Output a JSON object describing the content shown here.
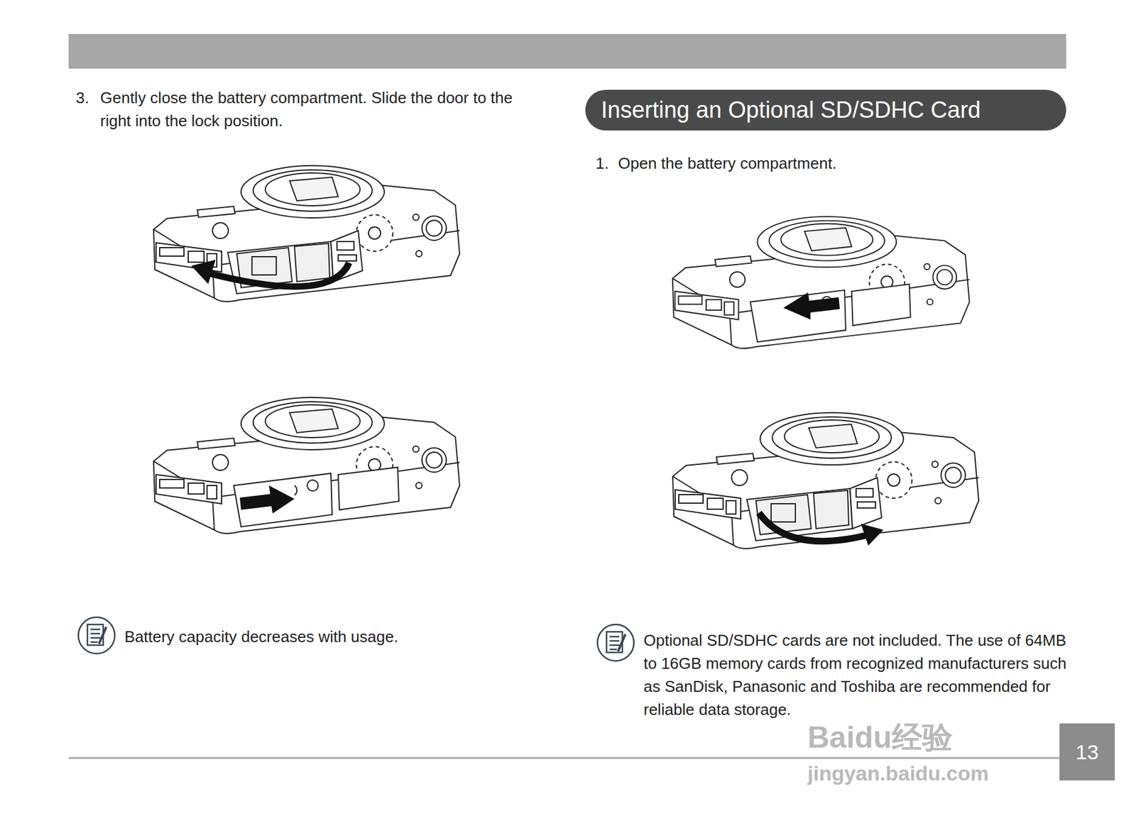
{
  "diagram": {
    "nodes": [
      {
        "text": [
          "Inserting an Optional SD/SDHC Card"
        ]
      },
      {
        "text": [
          "13"
        ]
      }
    ],
    "labels": [
      "3.",
      "Gently close the battery compartment. Slide the door to the right into the lock position.",
      "1.",
      "Open the battery compartment.",
      "Battery capacity decreases with usage.",
      "Optional SD/SDHC cards are not included. The use of 64MB to 16GB memory cards from recognized manufacturers such as SanDisk, Panasonic and Toshiba are recommended for reliable data storage.",
      "Baidu经验",
      "jingyan.baidu.com"
    ]
  }
}
